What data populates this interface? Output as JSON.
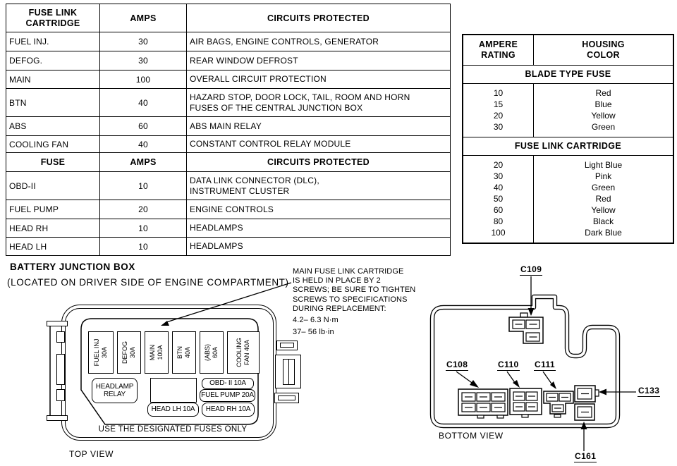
{
  "fuse_table": {
    "header1": {
      "name": "FUSE LINK CARTRIDGE",
      "amps": "AMPS",
      "circuits": "CIRCUITS PROTECTED"
    },
    "rows1": [
      {
        "name": "FUEL INJ.",
        "amps": "30",
        "circuits": "AIR BAGS, ENGINE CONTROLS, GENERATOR"
      },
      {
        "name": "DEFOG.",
        "amps": "30",
        "circuits": "REAR WINDOW DEFROST"
      },
      {
        "name": "MAIN",
        "amps": "100",
        "circuits": "OVERALL CIRCUIT PROTECTION"
      },
      {
        "name": "BTN",
        "amps": "40",
        "circuits": "HAZARD STOP, DOOR LOCK, TAIL, ROOM AND HORN FUSES OF THE CENTRAL JUNCTION BOX"
      },
      {
        "name": "ABS",
        "amps": "60",
        "circuits": "ABS MAIN RELAY"
      },
      {
        "name": "COOLING FAN",
        "amps": "40",
        "circuits": "CONSTANT CONTROL RELAY MODULE"
      }
    ],
    "header2": {
      "name": "FUSE",
      "amps": "AMPS",
      "circuits": "CIRCUITS PROTECTED"
    },
    "rows2": [
      {
        "name": "OBD-II",
        "amps": "10",
        "circuits": "DATA LINK CONNECTOR (DLC), INSTRUMENT CLUSTER"
      },
      {
        "name": "FUEL PUMP",
        "amps": "20",
        "circuits": "ENGINE CONTROLS"
      },
      {
        "name": "HEAD RH",
        "amps": "10",
        "circuits": "HEADLAMPS"
      },
      {
        "name": "HEAD LH",
        "amps": "10",
        "circuits": "HEADLAMPS"
      }
    ]
  },
  "color_table": {
    "header": {
      "col1": "AMPERE RATING",
      "col2": "HOUSING COLOR"
    },
    "blade": {
      "title": "BLADE TYPE FUSE",
      "amps": [
        "10",
        "15",
        "20",
        "30"
      ],
      "colors": [
        "Red",
        "Blue",
        "Yellow",
        "Green"
      ]
    },
    "cartridge": {
      "title": "FUSE LINK CARTRIDGE",
      "amps": [
        "20",
        "30",
        "40",
        "50",
        "60",
        "80",
        "100"
      ],
      "colors": [
        "Light Blue",
        "Pink",
        "Green",
        "Red",
        "Yellow",
        "Black",
        "Dark Blue"
      ]
    }
  },
  "heading": {
    "title": "BATTERY JUNCTION BOX",
    "subtitle": "(LOCATED ON DRIVER SIDE OF ENGINE COMPARTMENT)"
  },
  "note": {
    "lines": [
      "MAIN FUSE LINK CARTRIDGE",
      "IS HELD IN PLACE BY 2",
      "SCREWS; BE SURE TO TIGHTEN",
      "SCREWS TO SPECIFICATIONS",
      "DURING REPLACEMENT:"
    ],
    "torque_nm": "4.2– 6.3 N·m",
    "torque_lbin": "37– 56 lb·in"
  },
  "top_view": {
    "caption": "TOP VIEW",
    "warning": "USE THE DESIGNATED FUSES ONLY",
    "fuses": [
      {
        "l1": "FUEL INJ",
        "l2": "30A"
      },
      {
        "l1": "DEFOG",
        "l2": "30A"
      },
      {
        "l1": "MAIN",
        "l2": "100A"
      },
      {
        "l1": "BTN",
        "l2": "40A"
      },
      {
        "l1": "(ABS)",
        "l2": "60A"
      },
      {
        "l1": "COOLING",
        "l2": "FAN 40A"
      }
    ],
    "relay": "HEADLAMP RELAY",
    "obd": "OBD- II 10A",
    "fuel_pump": "FUEL PUMP 20A",
    "head_lh": "HEAD LH 10A",
    "head_rh": "HEAD RH 10A"
  },
  "bottom_view": {
    "caption": "BOTTOM VIEW",
    "labels": {
      "c109": "C109",
      "c108": "C108",
      "c110": "C110",
      "c111": "C111",
      "c133": "C133",
      "c161": "C161"
    }
  }
}
